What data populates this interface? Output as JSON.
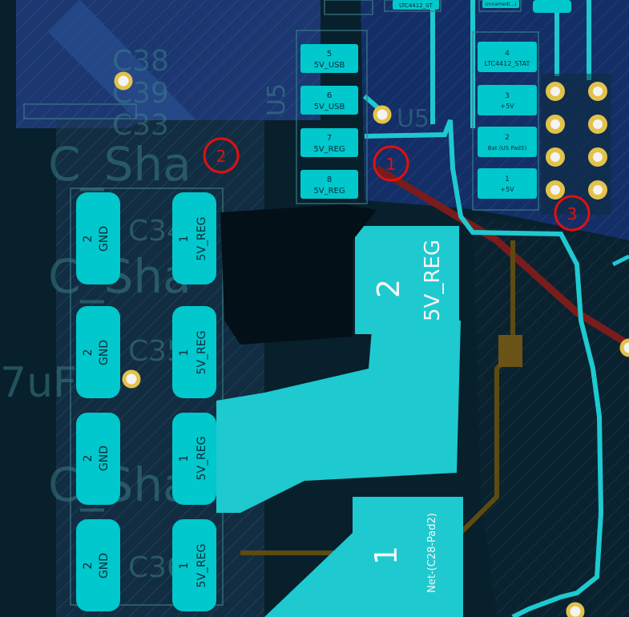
{
  "colors": {
    "background": "#061a24",
    "copper_fill": "#1f3a7a",
    "pad_cyan": "#00c8cc",
    "trace_cyan": "#1fc9d0",
    "marker_red": "#e01010",
    "via_gold": "#e2c24a",
    "silk_dim": "#3a7c86",
    "trace_red": "#7a1c1c",
    "trace_brown": "#5e4b10"
  },
  "silkscreen": {
    "c38": "C38",
    "c39": "C39",
    "c33": "C33",
    "u5_left": "U5",
    "u5_right": "U5",
    "uf": "7uF",
    "c_big": "C_Sha",
    "c_mid": "C_Sha",
    "c_low": "C_Sha",
    "c34": "C34",
    "c35": "C35",
    "c36": "C36"
  },
  "markers": {
    "m1": "1",
    "m2": "2",
    "m3": "3"
  },
  "ic_pins": [
    {
      "num": "5",
      "net": "5V_USB"
    },
    {
      "num": "6",
      "net": "5V_USB"
    },
    {
      "num": "7",
      "net": "5V_REG"
    },
    {
      "num": "8",
      "net": "5V_REG"
    }
  ],
  "right_pins": [
    {
      "num": "4",
      "net": "LTC4412_STAT"
    },
    {
      "num": "3",
      "net": "+5V"
    },
    {
      "num": "2",
      "net": "Bat (US Pad5)"
    },
    {
      "num": "1",
      "net": "+5V"
    }
  ],
  "top_small": {
    "a": "LTC4412_ST",
    "b": "Unnamed(...)"
  },
  "cap_pads": [
    {
      "gnd_num": "2",
      "gnd_net": "GND",
      "reg_num": "1",
      "reg_net": "5V_REG"
    },
    {
      "gnd_num": "2",
      "gnd_net": "GND",
      "reg_num": "1",
      "reg_net": "5V_REG"
    },
    {
      "gnd_num": "2",
      "gnd_net": "GND",
      "reg_num": "1",
      "reg_net": "5V_REG"
    },
    {
      "gnd_num": "2",
      "gnd_net": "GND",
      "reg_num": "1",
      "reg_net": "5V_REG"
    }
  ],
  "big_pad_top": {
    "num": "2",
    "net": "5V_REG"
  },
  "big_pad_bottom": {
    "num": "1",
    "net": "Net-(C28-Pad2)"
  }
}
